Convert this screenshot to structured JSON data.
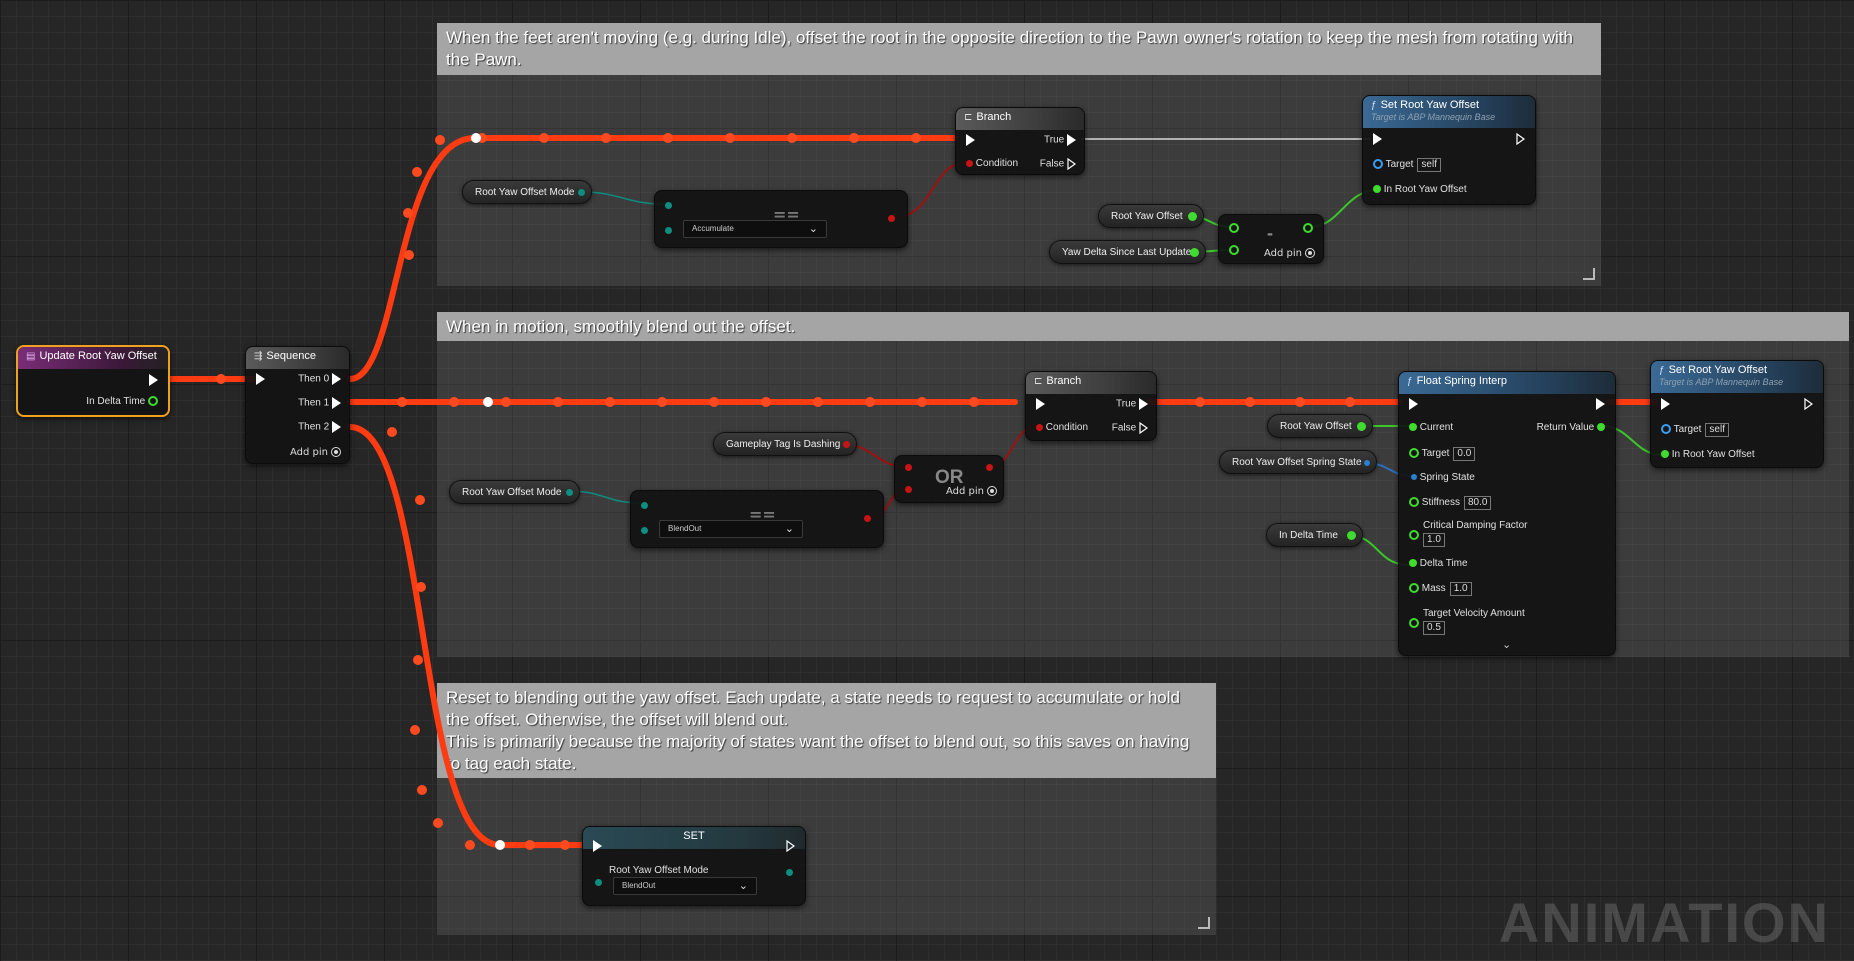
{
  "comments": {
    "c1": "When the feet aren't moving (e.g. during Idle), offset the root in the opposite direction to the Pawn owner's rotation to keep the mesh from rotating with the Pawn.",
    "c2": "When in motion, smoothly blend out the offset.",
    "c3": "Reset to blending out the yaw offset. Each update, a state needs to request to accumulate or hold the offset. Otherwise, the offset will blend out.\nThis is primarily because the majority of states want the offset to blend out, so this saves on having to tag each state."
  },
  "event_node": {
    "title": "Update Root Yaw Offset",
    "pin_delta": "In Delta Time"
  },
  "sequence_node": {
    "title": "Sequence",
    "then0": "Then 0",
    "then1": "Then 1",
    "then2": "Then 2",
    "add_pin": "Add pin"
  },
  "branch1": {
    "title": "Branch",
    "condition": "Condition",
    "true_label": "True",
    "false_label": "False"
  },
  "branch2": {
    "title": "Branch",
    "condition": "Condition",
    "true_label": "True",
    "false_label": "False"
  },
  "set_root1": {
    "title": "Set Root Yaw Offset",
    "subtitle": "Target is ABP Mannequin Base",
    "target": "Target",
    "target_value": "self",
    "in_offset": "In Root Yaw Offset"
  },
  "set_root2": {
    "title": "Set Root Yaw Offset",
    "subtitle": "Target is ABP Mannequin Base",
    "target": "Target",
    "target_value": "self",
    "in_offset": "In Root Yaw Offset"
  },
  "spring": {
    "title": "Float Spring Interp",
    "current": "Current",
    "return_value": "Return Value",
    "target": "Target",
    "target_value": "0.0",
    "spring_state": "Spring State",
    "stiffness": "Stiffness",
    "stiffness_value": "80.0",
    "damping": "Critical Damping Factor",
    "damping_value": "1.0",
    "delta_time": "Delta Time",
    "mass": "Mass",
    "mass_value": "1.0",
    "target_velocity": "Target Velocity Amount",
    "target_velocity_value": "0.5"
  },
  "vars": {
    "root_mode_1": "Root Yaw Offset Mode",
    "root_yaw_1": "Root Yaw Offset",
    "yaw_delta": "Yaw Delta Since Last Update",
    "gameplay_tag": "Gameplay Tag Is Dashing",
    "root_mode_2": "Root Yaw Offset Mode",
    "root_yaw_2": "Root Yaw Offset",
    "spring_state": "Root Yaw Offset Spring State",
    "in_delta": "In Delta Time"
  },
  "eq1": {
    "dropdown": "Accumulate"
  },
  "eq2": {
    "dropdown": "BlendOut"
  },
  "minus": {
    "glyph": "-",
    "add_pin": "Add pin"
  },
  "or_node": {
    "glyph": "OR",
    "add_pin": "Add pin"
  },
  "set_node": {
    "title": "SET",
    "var_label": "Root Yaw Offset Mode",
    "dropdown": "BlendOut"
  },
  "watermark": "ANIMATION",
  "colors": {
    "exec_wire": "#ff3b12",
    "bool_wire": "#a01010",
    "float_wire": "#39c828",
    "enum_wire": "#0f8a80",
    "struct_wire": "#2a6fc0"
  }
}
